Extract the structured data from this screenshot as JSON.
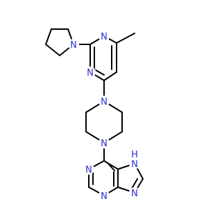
{
  "molecule": {
    "atoms": {
      "n_pyrrolidine": "N",
      "n_pyrimidine_1": "N",
      "n_pyrimidine_3": "N",
      "n_piperazine_top": "N",
      "n_piperazine_bottom": "N",
      "n_purine_imidazole_h": "N",
      "h_purine_imidazole": "H",
      "n_purine_imidazole": "N",
      "n_purine_pyrimidine_1": "N",
      "n_purine_pyrimidine_3": "N"
    }
  },
  "colors": {
    "bond": "#000000",
    "nitrogen": "#2b2bd6",
    "background": "#ffffff"
  }
}
